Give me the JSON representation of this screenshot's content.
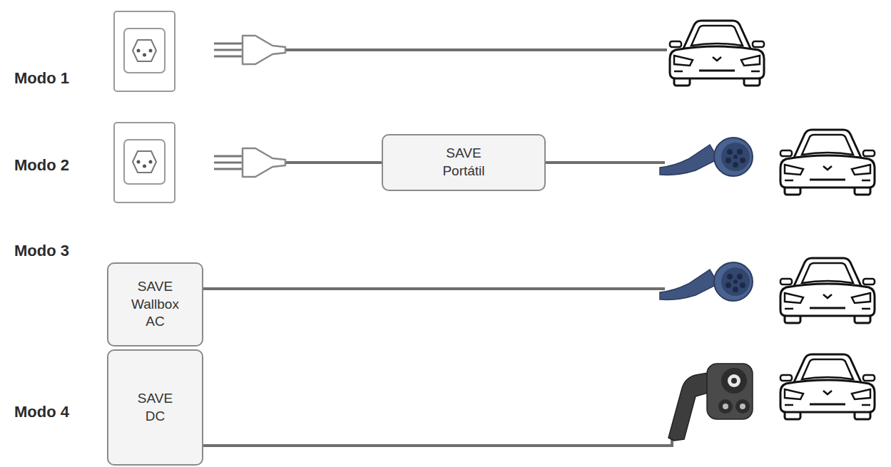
{
  "diagram": {
    "nodes": [
      {
        "text": [
          "SAVE Portátil"
        ]
      },
      {
        "text": [
          "SAVE Wallbox AC"
        ]
      },
      {
        "text": [
          "SAVE DC"
        ]
      }
    ],
    "labels": [
      "Modo 1",
      "Modo 2",
      "Modo 3",
      "Modo 4"
    ]
  }
}
